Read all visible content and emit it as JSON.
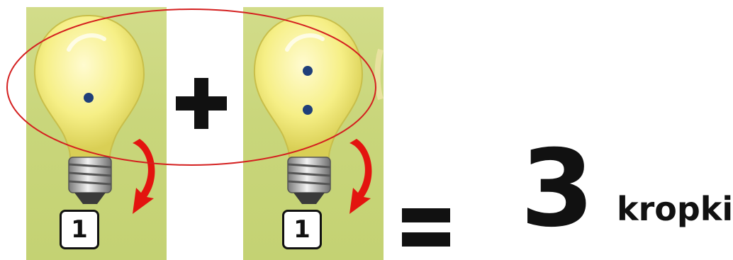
{
  "left_bulb": {
    "dots": 1,
    "number": "1"
  },
  "right_bulb": {
    "dots": 2,
    "number": "1"
  },
  "operator": "+",
  "equals": "=",
  "result": "3",
  "unit": "kropki",
  "colors": {
    "background_panel": "#c9d67b",
    "bulb_glass": "#f6f08a",
    "dot": "#1f3f7a",
    "arrow": "#e3140f",
    "oval": "#d42020",
    "text": "#111111"
  },
  "icons": [
    "light-bulb-icon",
    "curved-arrow-icon",
    "plus-icon",
    "equals-icon"
  ]
}
